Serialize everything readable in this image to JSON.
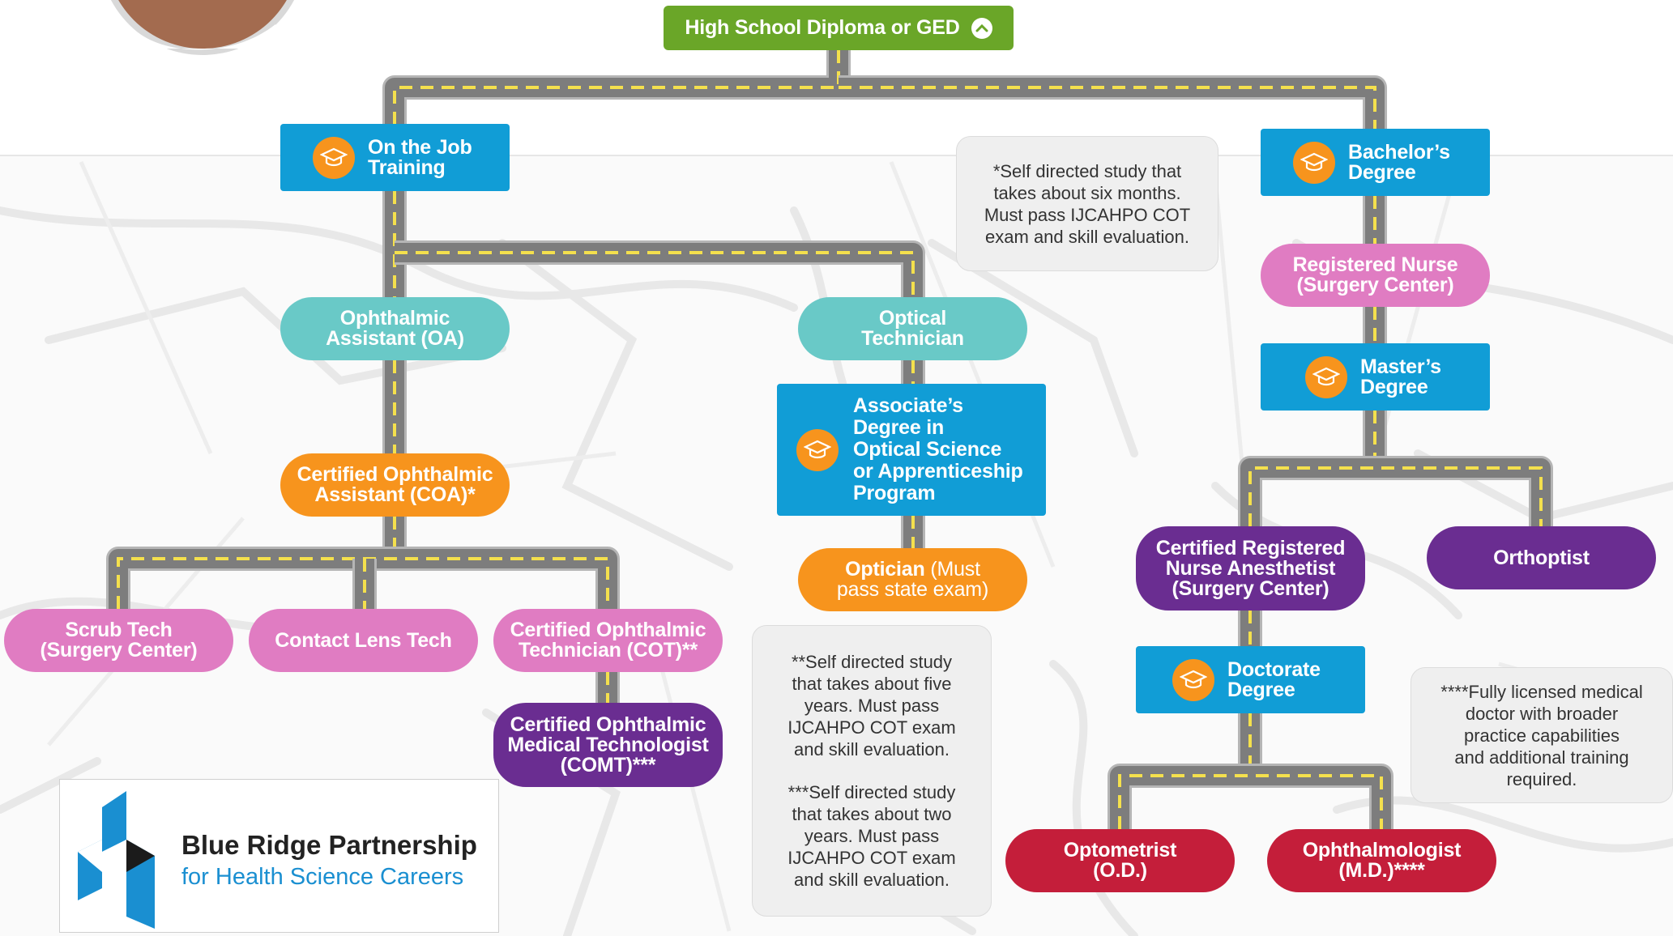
{
  "colors": {
    "road": "#7d7d7d",
    "road_line": "#f4e04d",
    "teal": "#69c9c7",
    "blue": "#119dd6",
    "orange": "#f7941d",
    "pink": "#e07cc2",
    "purple": "#6a2d91",
    "red": "#c41e3a",
    "green": "#6aa628"
  },
  "root": {
    "label": "High School Diploma or GED"
  },
  "nodes": {
    "ojt": [
      "On the Job",
      "Training"
    ],
    "oa": [
      "Ophthalmic",
      "Assistant (OA)"
    ],
    "coa": [
      "Certified Ophthalmic",
      "Assistant (COA)*"
    ],
    "scrub": [
      "Scrub Tech",
      "(Surgery Center)"
    ],
    "contact": [
      "Contact Lens Tech"
    ],
    "cot": [
      "Certified Ophthalmic",
      "Technician (COT)**"
    ],
    "comt": [
      "Certified Ophthalmic",
      "Medical Technologist",
      "(COMT)***"
    ],
    "optical_tech": [
      "Optical",
      "Technician"
    ],
    "associates": [
      "Associate’s",
      "Degree in",
      "Optical Science",
      "or Apprenticeship",
      "Program"
    ],
    "optician_bold": "Optician",
    "optician_rest": [
      "(Must",
      "pass state exam)"
    ],
    "bachelors": [
      "Bachelor’s",
      "Degree"
    ],
    "rn": [
      "Registered Nurse",
      "(Surgery Center)"
    ],
    "masters": [
      "Master’s",
      "Degree"
    ],
    "crna": [
      "Certified Registered",
      "Nurse Anesthetist",
      "(Surgery Center)"
    ],
    "orthoptist": [
      "Orthoptist"
    ],
    "doctorate": [
      "Doctorate",
      "Degree"
    ],
    "optometrist": [
      "Optometrist",
      "(O.D.)"
    ],
    "ophthalmologist": [
      "Ophthalmologist",
      "(M.D.)****"
    ]
  },
  "notes": {
    "coa_note": [
      "*Self directed study that",
      "takes about six months.",
      "Must pass IJCAHPO COT",
      "exam and skill evaluation."
    ],
    "cot_note": [
      "**Self directed study",
      "that takes about five",
      "years. Must pass",
      "IJCAHPO COT exam",
      "and skill evaluation."
    ],
    "comt_note": [
      "***Self directed study",
      "that takes about two",
      "years. Must pass",
      "IJCAHPO COT exam",
      "and skill evaluation."
    ],
    "md_note": [
      "****Fully licensed medical",
      "doctor with broader",
      "practice capabilities",
      "and additional training",
      "required."
    ]
  },
  "logo": {
    "title": "Blue Ridge Partnership",
    "subtitle": "for Health Science Careers"
  },
  "icons": {
    "graduation": "graduation-cap-icon",
    "expand": "chevron-up-icon"
  }
}
